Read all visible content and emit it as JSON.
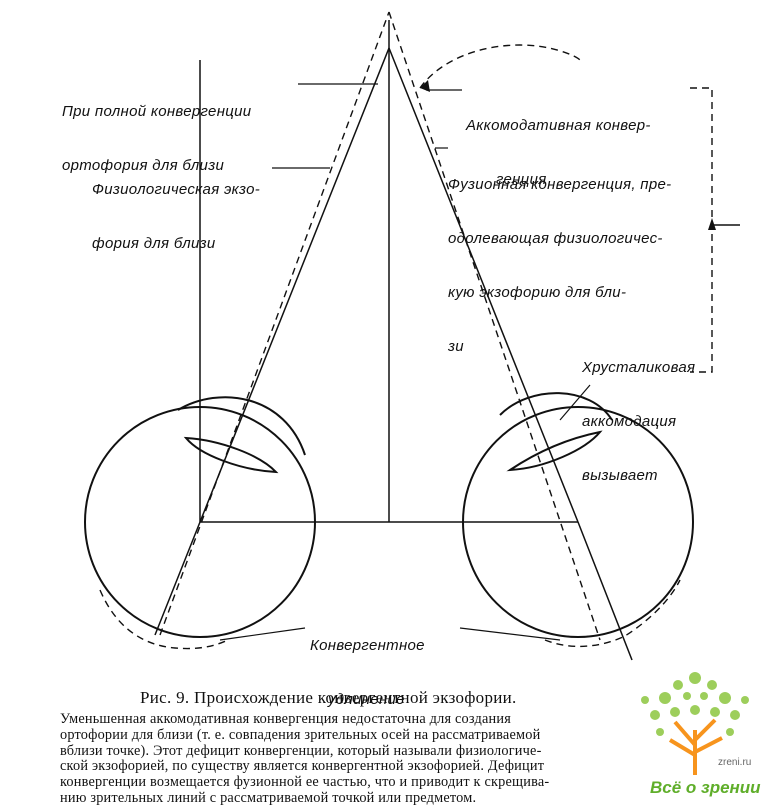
{
  "figure": {
    "labels": {
      "full_convergence": [
        "При полной конвергенции",
        "ортофория для близи"
      ],
      "physiological_exophoria": [
        "Физиологическая экзо-",
        "фория для близи"
      ],
      "accommodative_convergence": [
        "Аккомодативная конвер-",
        "генция"
      ],
      "fusional_convergence": [
        "Фузионная конвергенция, пре-",
        "одолевающая физиологичес-",
        "кую экзофорию для бли-",
        "зи"
      ],
      "lens_accommodation": [
        "Хрусталиковая",
        "аккомодация",
        "вызывает"
      ],
      "convergent_elongation": [
        "Конвергентное",
        "удлинение"
      ]
    }
  },
  "caption": {
    "title": "Рис. 9. Происхождение конвергентной экзофории.",
    "lines": [
      "Уменьшенная аккомодативная конвергенция недостаточна для создания",
      "ортофории для близи (т. е. совпадения зрительных осей на рассматриваемой",
      "вблизи точке). Этот дефицит конвергенции, который называли физиологиче-",
      "ской экзофорией, по существу является конвергентной экзофорией. Дефицит",
      "конвергенции возмещается фузионной ее частью, что и приводит к скрещива-",
      "нию зрительных линий с рассматриваемой точкой или предметом."
    ]
  },
  "watermark": {
    "brand": "Всё о зрении",
    "site": "zreni.ru"
  }
}
